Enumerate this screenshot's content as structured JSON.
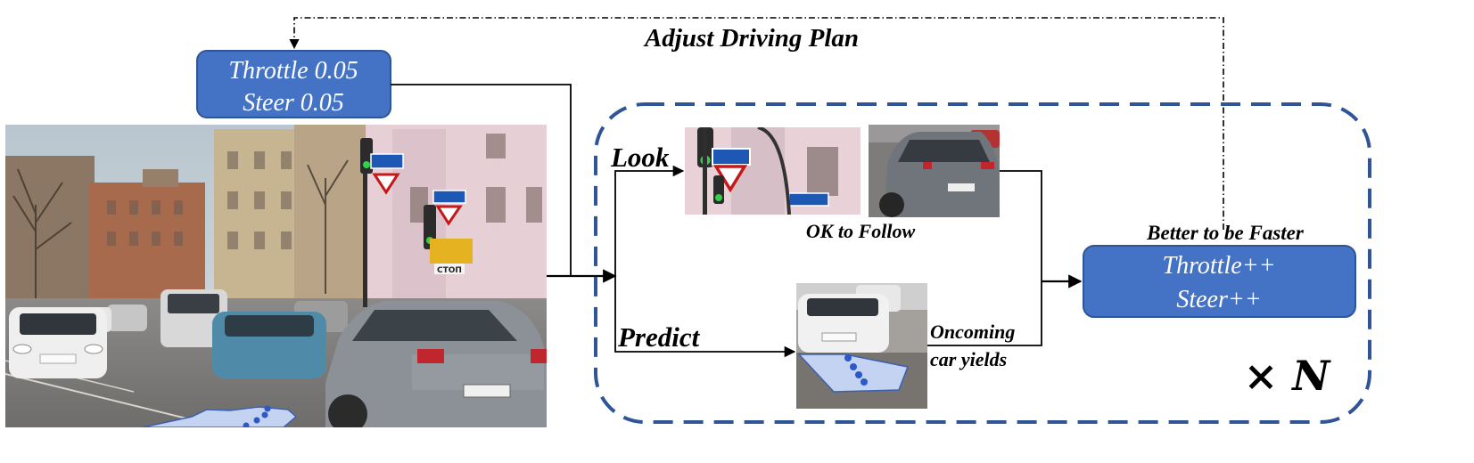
{
  "title": "Adjust Driving Plan",
  "initial_plan": {
    "line1": "Throttle 0.05",
    "line2": "Steer 0.05"
  },
  "look_label": "Look",
  "predict_label": "Predict",
  "ok_to_follow": "OK to Follow",
  "oncoming": {
    "line1": "Oncoming",
    "line2": "car yields"
  },
  "better_label": "Better to be Faster",
  "adjusted_plan": {
    "line1": "Throttle++",
    "line2": "Steer++"
  },
  "repeat_label": "× N",
  "street_sign_text": "СТОП",
  "colors": {
    "box_fill": "#4472c4",
    "box_stroke": "#2f5597",
    "dashed_border": "#2f5597",
    "trajectory": "#3d5fb0"
  }
}
